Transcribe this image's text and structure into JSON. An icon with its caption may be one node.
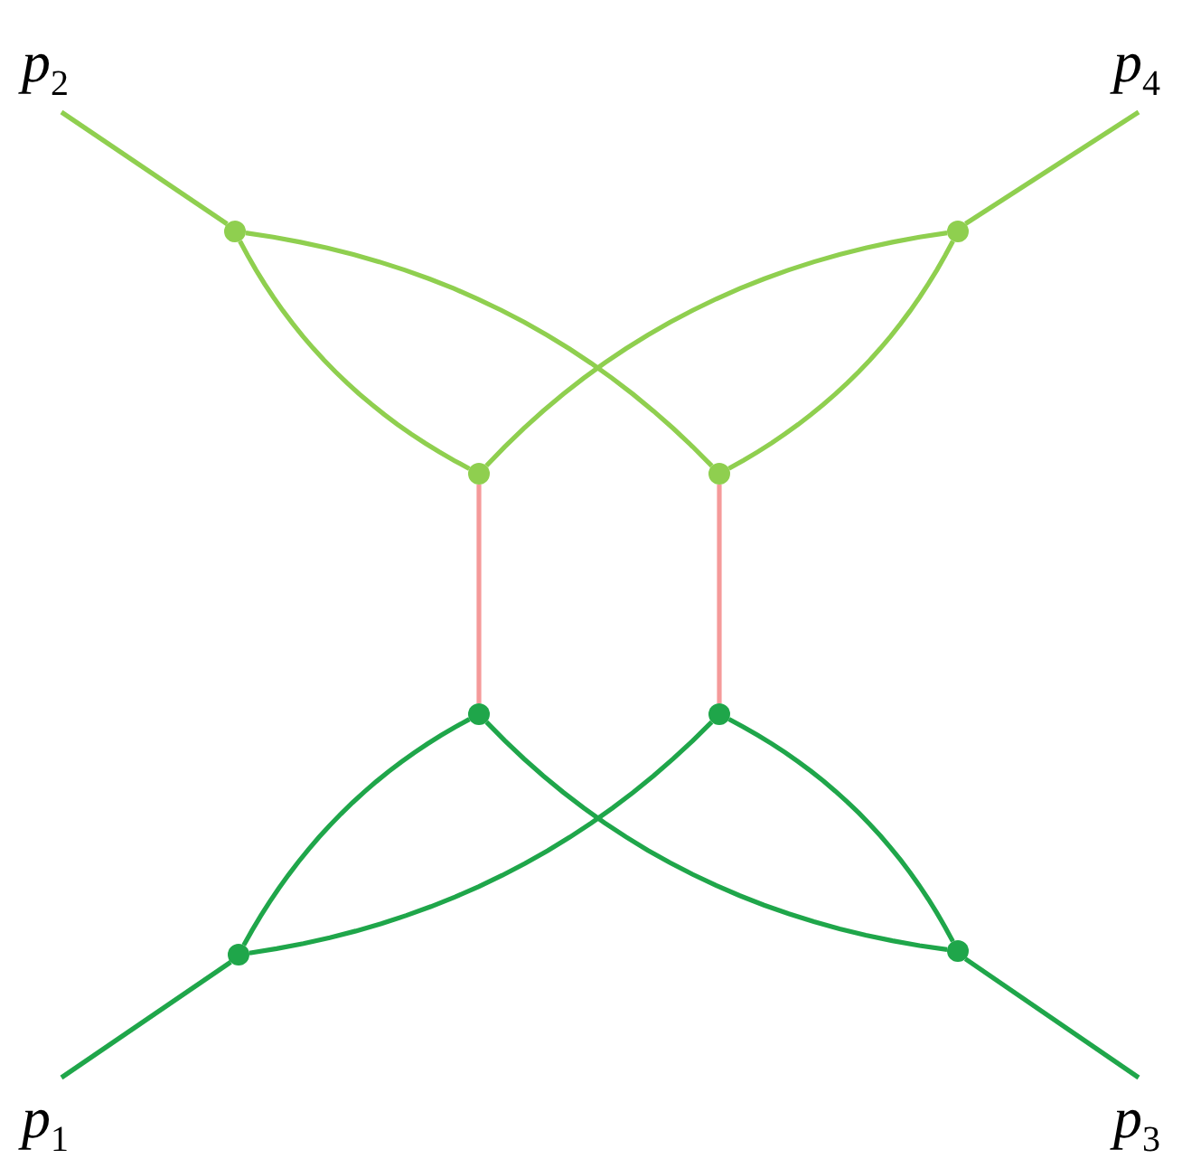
{
  "diagram": {
    "nodes": [
      {
        "text": [
          "p$_{2}$"
        ]
      },
      {
        "text": [
          "p$_{4}$"
        ]
      },
      {
        "text": [],
        "shape": "circle"
      },
      {
        "text": [],
        "shape": "circle"
      },
      {
        "text": [],
        "shape": "circle"
      },
      {
        "text": [],
        "shape": "circle"
      },
      {
        "text": [],
        "shape": "circle"
      },
      {
        "text": [],
        "shape": "circle"
      },
      {
        "text": [],
        "shape": "circle"
      },
      {
        "text": [],
        "shape": "circle"
      },
      {
        "text": [
          "p$_{1}$"
        ]
      },
      {
        "text": [
          "p$_{3}$"
        ]
      }
    ],
    "edges": [
      {
        "from": 0,
        "to": 2,
        "arrow": "none",
        "color": "#8fcf4f"
      },
      {
        "from": 1,
        "to": 3,
        "arrow": "none",
        "color": "#8fcf4f"
      },
      {
        "from": 2,
        "to": 4,
        "arrow": "none",
        "color": "#8fcf4f"
      },
      {
        "from": 2,
        "to": 5,
        "arrow": "none",
        "color": "#8fcf4f"
      },
      {
        "from": 3,
        "to": 4,
        "arrow": "none",
        "color": "#8fcf4f"
      },
      {
        "from": 3,
        "to": 5,
        "arrow": "none",
        "color": "#8fcf4f"
      },
      {
        "from": 4,
        "to": 6,
        "arrow": "none",
        "color": "#f59a9a"
      },
      {
        "from": 5,
        "to": 7,
        "arrow": "none",
        "color": "#f59a9a"
      },
      {
        "from": 6,
        "to": 8,
        "arrow": "none",
        "color": "#1fa64a"
      },
      {
        "from": 6,
        "to": 9,
        "arrow": "none",
        "color": "#1fa64a"
      },
      {
        "from": 7,
        "to": 8,
        "arrow": "none",
        "color": "#1fa64a"
      },
      {
        "from": 7,
        "to": 9,
        "arrow": "none",
        "color": "#1fa64a"
      },
      {
        "from": 10,
        "to": 8,
        "arrow": "none",
        "color": "#1fa64a"
      },
      {
        "from": 11,
        "to": 9,
        "arrow": "none",
        "color": "#1fa64a"
      }
    ]
  }
}
